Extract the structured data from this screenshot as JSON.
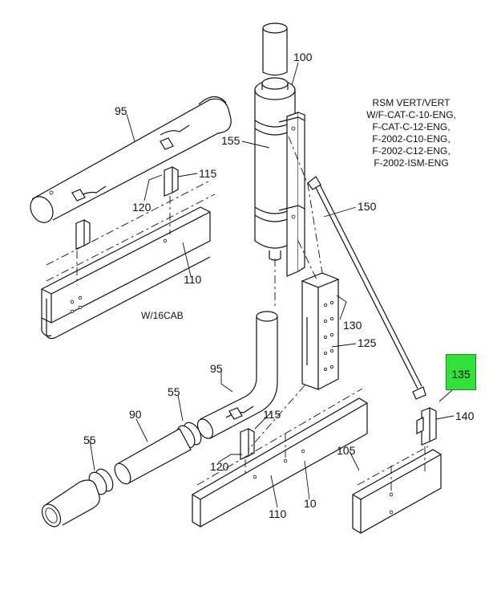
{
  "note_lines": [
    "RSM VERT/VERT",
    "W/F-CAT-C-10-ENG,",
    "F-CAT-C-12-ENG,",
    "F-2002-C10-ENG,",
    "F-2002-C12-ENG,",
    "F-2002-ISM-ENG"
  ],
  "cab_note": "W/16CAB",
  "labels": {
    "l100": "100",
    "l95_top": "95",
    "l155": "155",
    "l115_top": "115",
    "l120_top": "120",
    "l150": "150",
    "l110_top": "110",
    "l130": "130",
    "l125": "125",
    "l95_mid": "95",
    "l55_mid": "55",
    "l90": "90",
    "l115_bot": "115",
    "l55_left": "55",
    "l120_bot": "120",
    "l105": "105",
    "l110_bot": "110",
    "l10": "10",
    "l135": "135",
    "l140": "140"
  },
  "highlight_color": "#33e13a"
}
